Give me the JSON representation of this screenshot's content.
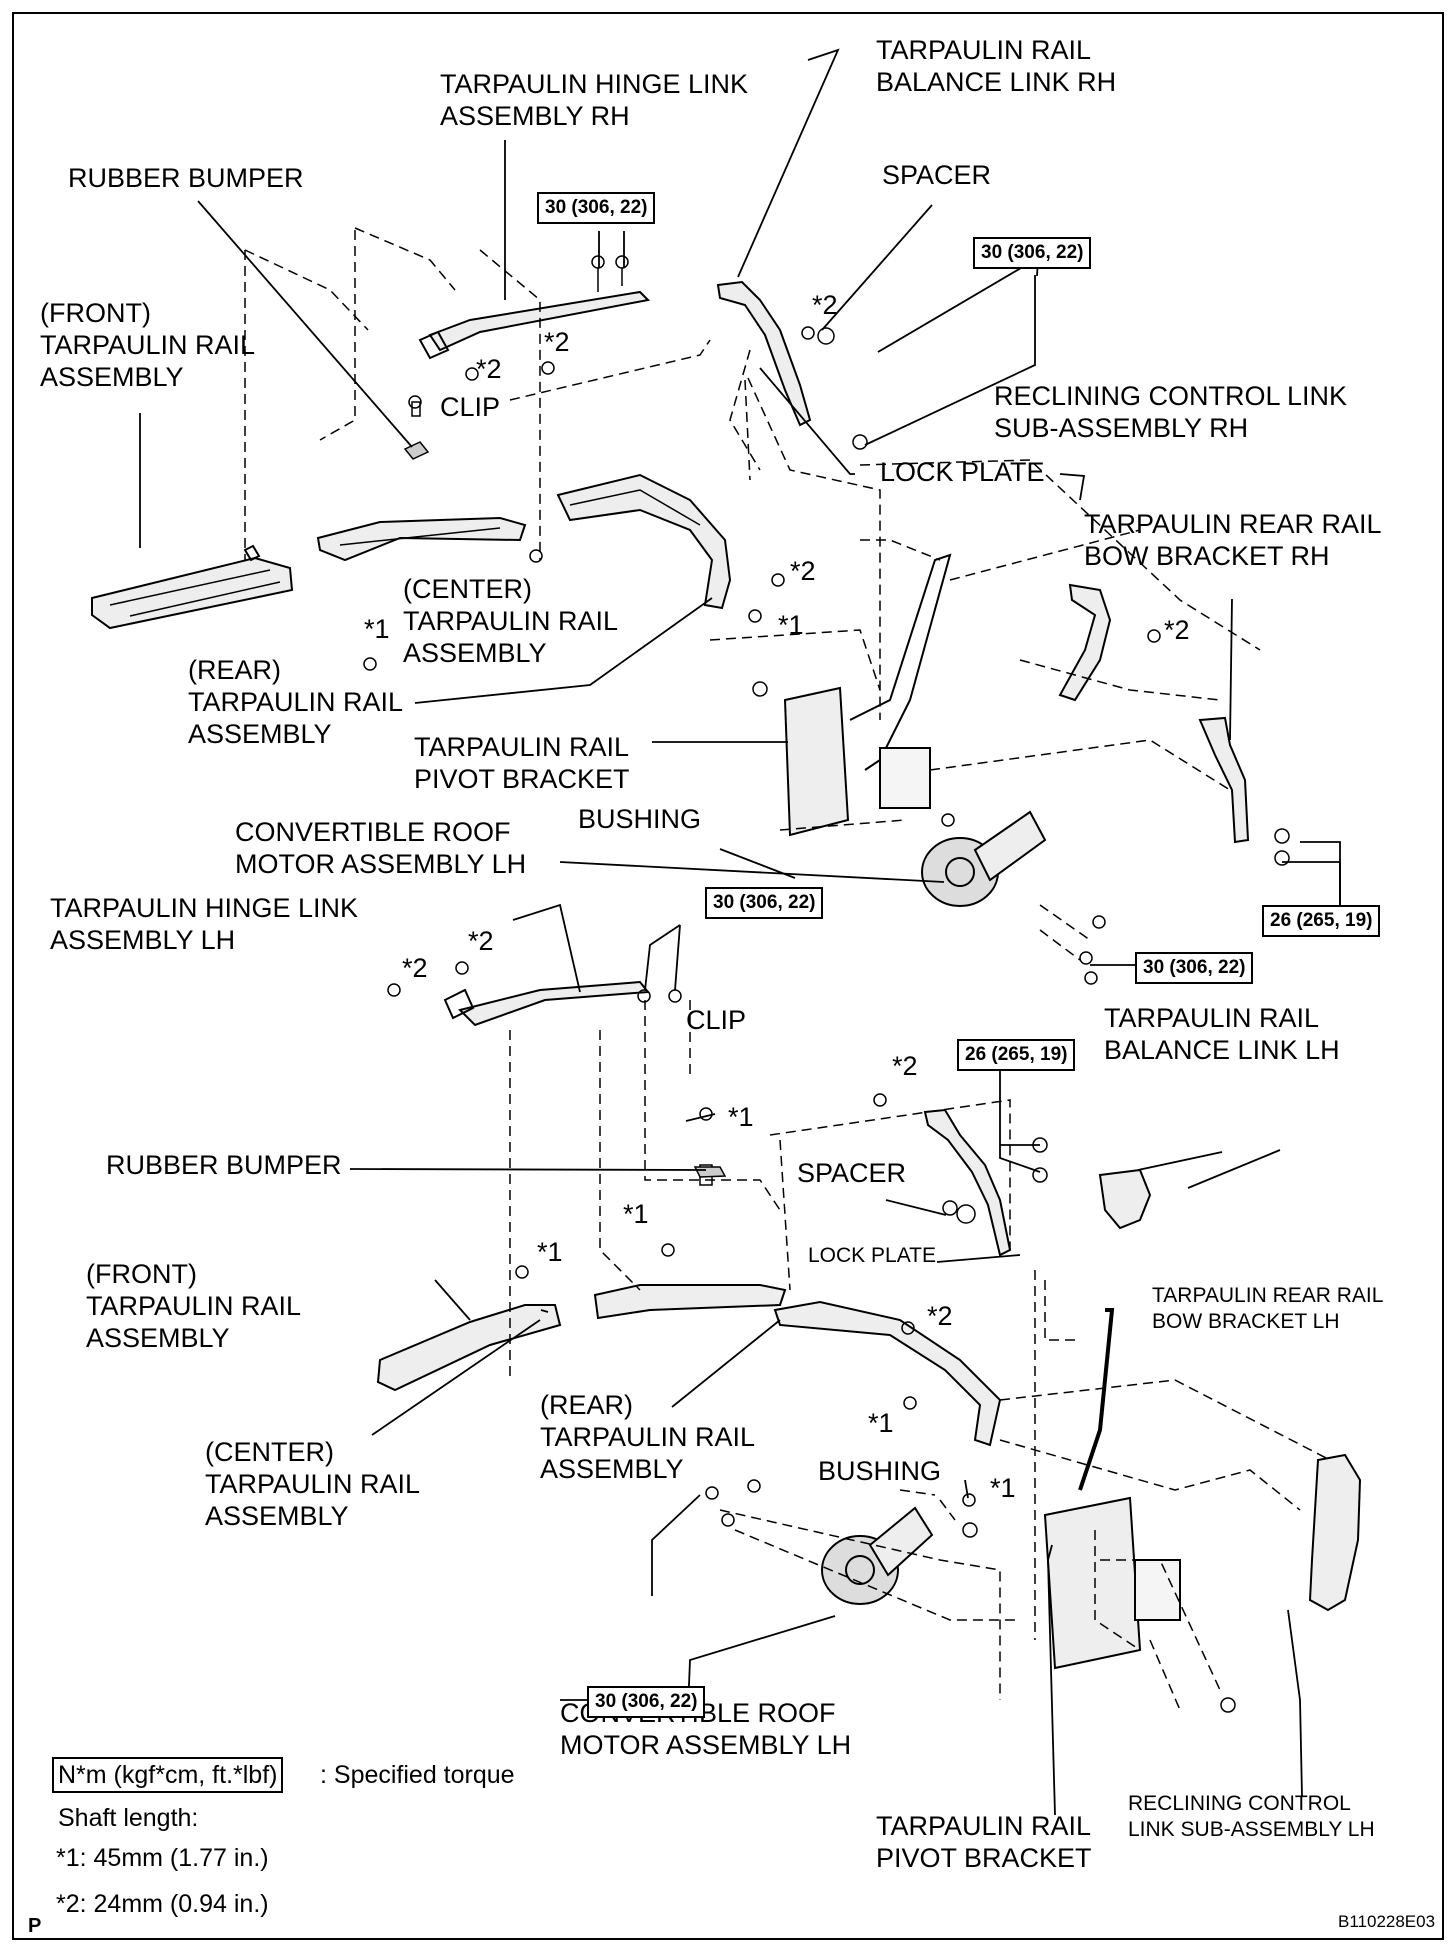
{
  "labels": {
    "front_rh": "(FRONT)\nTARPAULIN RAIL\nASSEMBLY",
    "rubber_bumper_rh": "RUBBER BUMPER",
    "hinge_link_rh": "TARPAULIN HINGE LINK\nASSEMBLY RH",
    "balance_link_rh": "TARPAULIN RAIL\nBALANCE LINK RH",
    "spacer_rh": "SPACER",
    "clip_rh": "CLIP",
    "lock_plate_rh": "LOCK PLATE",
    "reclining_rh": "RECLINING CONTROL LINK\nSUB-ASSEMBLY RH",
    "rear_bow_rh": "TARPAULIN REAR RAIL\nBOW BRACKET RH",
    "center_rh": "(CENTER)\nTARPAULIN RAIL\nASSEMBLY",
    "rear_rh": "(REAR)\nTARPAULIN RAIL\nASSEMBLY",
    "pivot_rh": "TARPAULIN RAIL\nPIVOT BRACKET",
    "bushing_rh": "BUSHING",
    "motor_rh": "CONVERTIBLE ROOF\nMOTOR ASSEMBLY LH",
    "hinge_link_lh": "TARPAULIN HINGE LINK\nASSEMBLY LH",
    "clip_lh": "CLIP",
    "balance_link_lh": "TARPAULIN RAIL\nBALANCE LINK LH",
    "rubber_bumper_lh": "RUBBER BUMPER",
    "spacer_lh": "SPACER",
    "lock_plate_lh": "LOCK PLATE",
    "rear_bow_lh": "TARPAULIN REAR RAIL\nBOW BRACKET LH",
    "front_lh": "(FRONT)\nTARPAULIN RAIL\nASSEMBLY",
    "rear_lh": "(REAR)\nTARPAULIN RAIL\nASSEMBLY",
    "center_lh": "(CENTER)\nTARPAULIN RAIL\nASSEMBLY",
    "bushing_lh": "BUSHING",
    "motor_lh": "CONVERTIBLE ROOF\nMOTOR ASSEMBLY LH",
    "reclining_lh": "RECLINING CONTROL\nLINK SUB-ASSEMBLY LH",
    "pivot_lh": "TARPAULIN RAIL\nPIVOT BRACKET"
  },
  "torque": {
    "t1": "30 (306, 22)",
    "t2": "30 (306, 22)",
    "t3": "26 (265, 19)",
    "t4": "30 (306, 22)",
    "t5": "30 (306, 22)",
    "t6": "26 (265, 19)",
    "t7": "30 (306, 22)"
  },
  "marks": {
    "star1": "*1",
    "star2": "*2"
  },
  "legend": {
    "unit_box": "N*m (kgf*cm, ft.*lbf)",
    "unit_text": ": Specified torque",
    "shaft_title": "Shaft length:",
    "shaft1": "*1: 45mm (1.77 in.)",
    "shaft2": "*2: 24mm (0.94 in.)"
  },
  "footer": {
    "page_mark": "P",
    "figure_code": "B110228E03"
  }
}
